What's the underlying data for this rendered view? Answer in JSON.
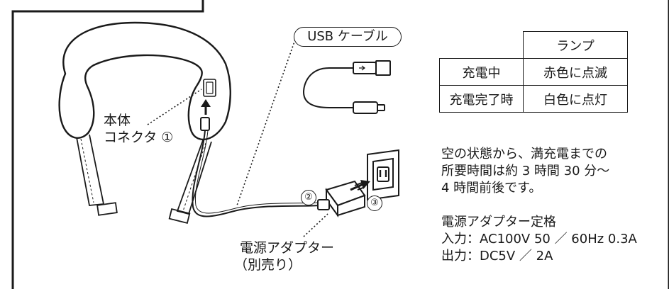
{
  "labels": {
    "usb_cable": "USB ケーブル",
    "body_line1": "本体",
    "body_line2": "コネクタ ①",
    "adapter_line1": "電源アダプター",
    "adapter_line2": "（別売り）",
    "step2": "②",
    "step3": "③"
  },
  "lamp_table": {
    "header": "ランプ",
    "rows": [
      {
        "state": "充電中",
        "lamp": "赤色に点滅"
      },
      {
        "state": "充電完了時",
        "lamp": "白色に点灯"
      }
    ]
  },
  "charge_time": {
    "line1": "空の状態から、満充電までの",
    "line2": "所要時間は約 3 時間 30 分～",
    "line3": "4 時間前後です。"
  },
  "adapter_spec": {
    "title": "電源アダプター定格",
    "input": "入力：AC100V 50 ／ 60Hz 0.3A",
    "output": "出力：DC5V ／ 2A"
  }
}
